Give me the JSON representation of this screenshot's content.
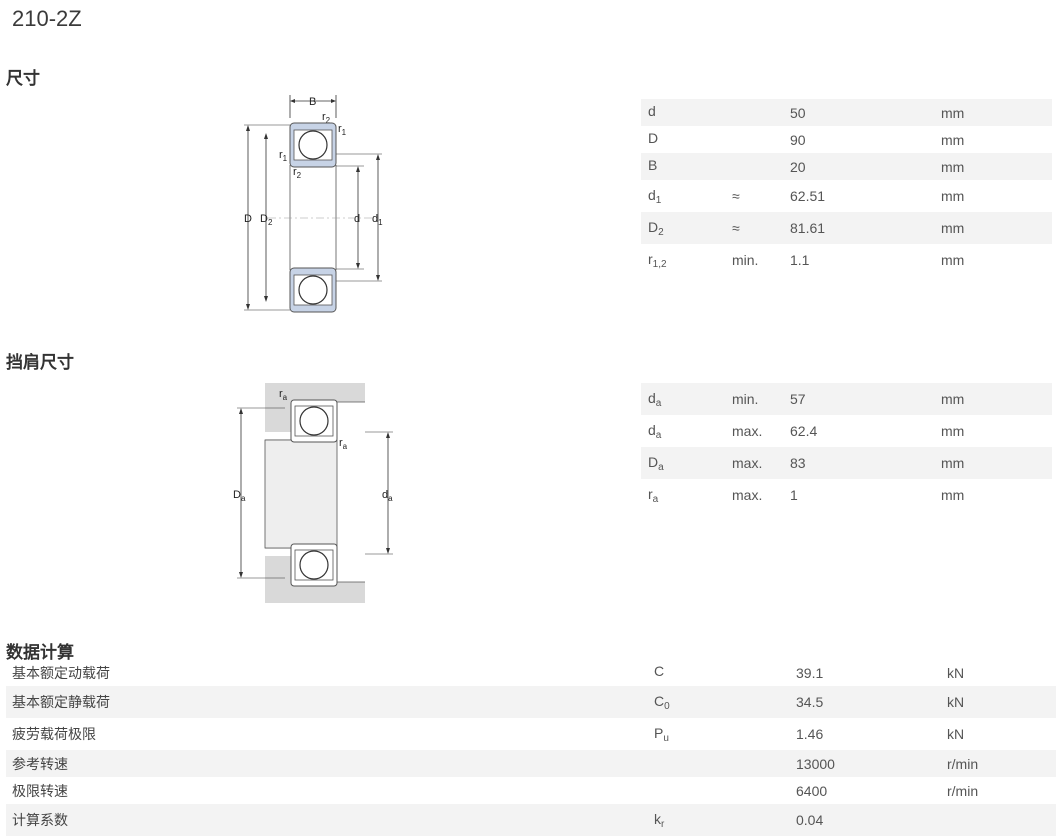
{
  "title": "210-2Z",
  "sections": {
    "dimensions": "尺寸",
    "abutment": "挡肩尺寸",
    "calculation": "数据计算"
  },
  "dimensions": [
    {
      "sym": "d",
      "sub": "",
      "qual": "",
      "value": "50",
      "unit": "mm"
    },
    {
      "sym": "D",
      "sub": "",
      "qual": "",
      "value": "90",
      "unit": "mm"
    },
    {
      "sym": "B",
      "sub": "",
      "qual": "",
      "value": "20",
      "unit": "mm"
    },
    {
      "sym": "d",
      "sub": "1",
      "qual": "≈",
      "value": "62.51",
      "unit": "mm"
    },
    {
      "sym": "D",
      "sub": "2",
      "qual": "≈",
      "value": "81.61",
      "unit": "mm"
    },
    {
      "sym": "r",
      "sub": "1,2",
      "qual": "min.",
      "value": "1.1",
      "unit": "mm"
    }
  ],
  "abutment": [
    {
      "sym": "d",
      "sub": "a",
      "qual": "min.",
      "value": "57",
      "unit": "mm"
    },
    {
      "sym": "d",
      "sub": "a",
      "qual": "max.",
      "value": "62.4",
      "unit": "mm"
    },
    {
      "sym": "D",
      "sub": "a",
      "qual": "max.",
      "value": "83",
      "unit": "mm"
    },
    {
      "sym": "r",
      "sub": "a",
      "qual": "max.",
      "value": "1",
      "unit": "mm"
    }
  ],
  "calculation": [
    {
      "label": "基本额定动载荷",
      "sym": "C",
      "sub": "",
      "value": "39.1",
      "unit": "kN"
    },
    {
      "label": "基本额定静载荷",
      "sym": "C",
      "sub": "0",
      "value": "34.5",
      "unit": "kN"
    },
    {
      "label": "疲劳载荷极限",
      "sym": "P",
      "sub": "u",
      "value": "1.46",
      "unit": "kN"
    },
    {
      "label": "参考转速",
      "sym": "",
      "sub": "",
      "value": "13000",
      "unit": "r/min"
    },
    {
      "label": "极限转速",
      "sym": "",
      "sub": "",
      "value": "6400",
      "unit": "r/min"
    },
    {
      "label": "计算系数",
      "sym": "k",
      "sub": "r",
      "value": "0.04",
      "unit": ""
    }
  ],
  "diagram1": {
    "labels": {
      "B": "B",
      "r": "r",
      "r_sub1": "1",
      "r_sub2": "2",
      "D": "D",
      "D2": "D",
      "D2_sub": "2",
      "d": "d",
      "d1": "d",
      "d1_sub": "1"
    }
  },
  "diagram2": {
    "labels": {
      "r": "r",
      "a": "a",
      "D": "D",
      "d": "d"
    }
  },
  "colors": {
    "row_bg": "#f3f3f3",
    "bearing_fill": "#c7d3e6",
    "housing_fill": "#d9d9d9"
  }
}
